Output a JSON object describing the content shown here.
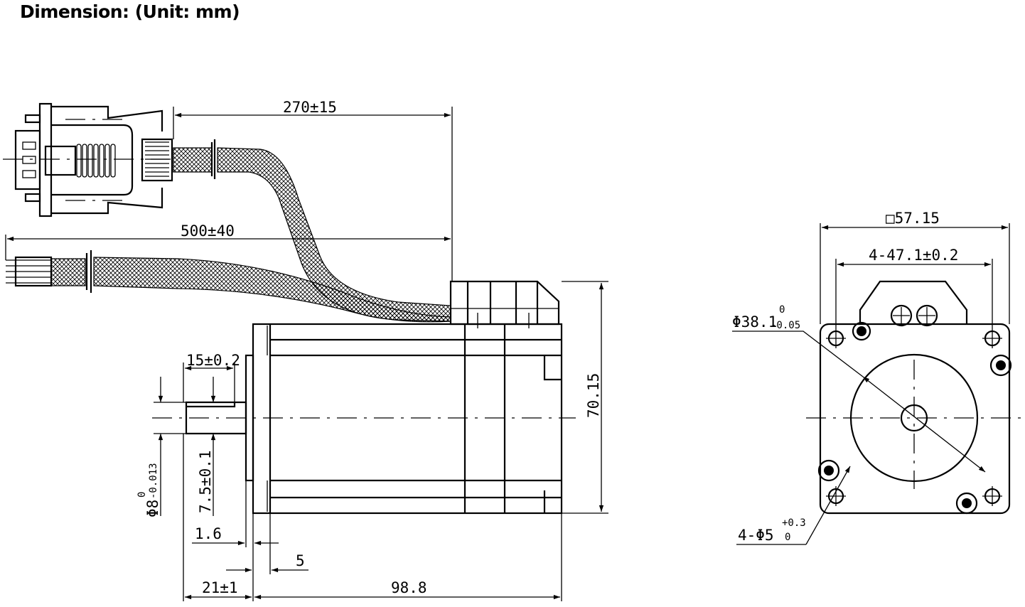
{
  "title": "Dimension: (Unit: mm)",
  "dimensions": {
    "cable_encoder": "270±15",
    "cable_power": "500±40",
    "square": "□57.15",
    "hole_pitch": "4-47.1±0.2",
    "pilot_dia": "Φ38.1",
    "pilot_tol_upper": "0",
    "pilot_tol_lower": "-0.05",
    "shaft_len": "15±0.2",
    "height": "70.15",
    "shaft_dia": "Φ8",
    "shaft_tol_upper": "0",
    "shaft_tol_lower": "-0.013",
    "flat": "7.5±0.1",
    "boss": "1.6",
    "flange": "5",
    "shaft_total": "21±1",
    "body_len": "98.8",
    "holes": "4-Φ5",
    "holes_tol_upper": "+0.3",
    "holes_tol_lower": "0"
  }
}
